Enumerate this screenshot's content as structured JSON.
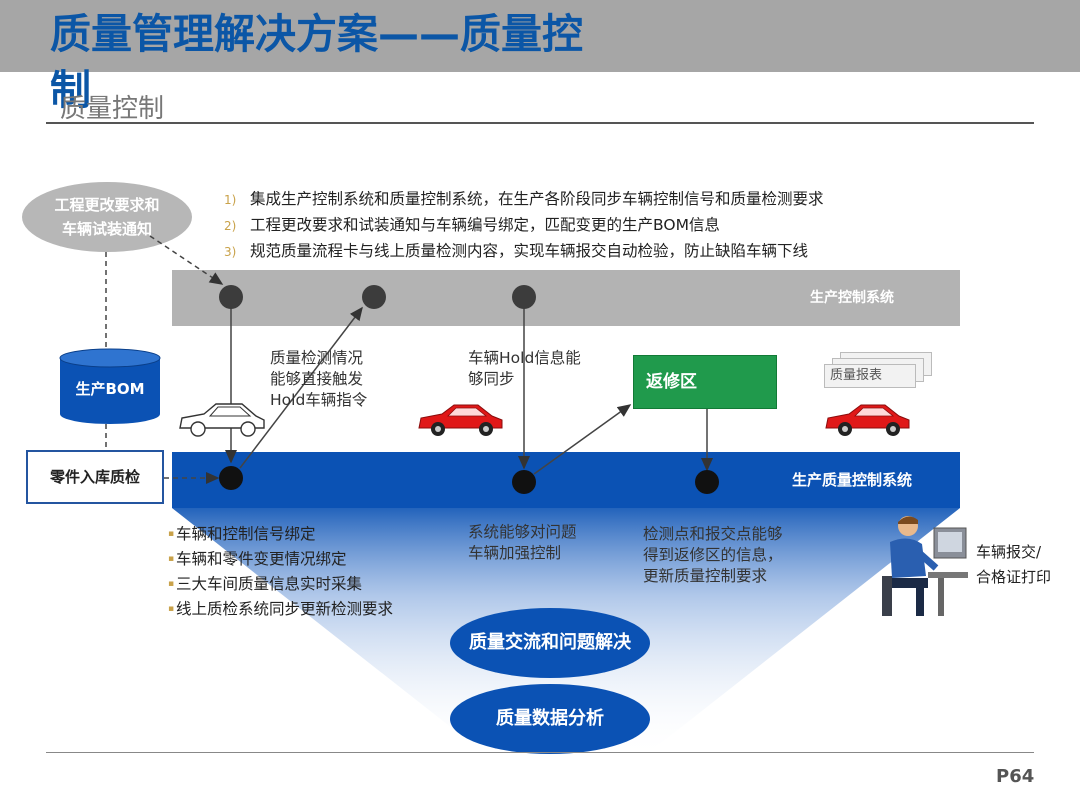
{
  "header": {
    "title_line1": "质量管理解决方案——质量控",
    "title_line2": "制",
    "subtitle": "质量控制",
    "page_number": "P64"
  },
  "key_points": [
    {
      "num": "1)",
      "text": "集成生产控制系统和质量控制系统，在生产各阶段同步车辆控制信号和质量检测要求"
    },
    {
      "num": "2)",
      "text": "工程更改要求和试装通知与车辆编号绑定，匹配变更的生产BOM信息"
    },
    {
      "num": "3)",
      "text": "规范质量流程卡与线上质量检测内容，实现车辆报交自动检验，防止缺陷车辆下线"
    }
  ],
  "engineering_change": {
    "line1": "工程更改要求和",
    "line2": "车辆试装通知"
  },
  "production_control_system": "生产控制系统",
  "quality_control_system": "生产质量控制系统",
  "production_bom": "生产BOM",
  "parts_inspection": "零件入库质检",
  "notes": {
    "quality_trigger": [
      "质量检测情况",
      "能够直接触发",
      "Hold车辆指令"
    ],
    "hold_sync": [
      "车辆Hold信息能",
      "够同步"
    ],
    "system_control": [
      "系统能够对问题",
      "车辆加强控制"
    ],
    "repair_info": [
      "检测点和报交点能够",
      "得到返修区的信息，",
      "更新质量控制要求"
    ]
  },
  "repair_area": "返修区",
  "quality_report": "质量报表",
  "bullets": [
    "车辆和控制信号绑定",
    "车辆和零件变更情况绑定",
    "三大车间质量信息实时采集",
    "线上质检系统同步更新检测要求"
  ],
  "vehicle_submission": {
    "line1": "车辆报交/",
    "line2": "合格证打印"
  },
  "ovals": {
    "communication": "质量交流和问题解决",
    "analysis": "质量数据分析"
  },
  "colors": {
    "title_blue": "#0b56a6",
    "band_gray": "#b3b3b3",
    "band_blue": "#0b52b4",
    "repair_green": "#209a4c",
    "car_red": "#e01818"
  },
  "icons": [
    "car-outline-icon",
    "red-car-icon",
    "database-icon",
    "report-stack-icon",
    "worker-at-computer-icon"
  ]
}
